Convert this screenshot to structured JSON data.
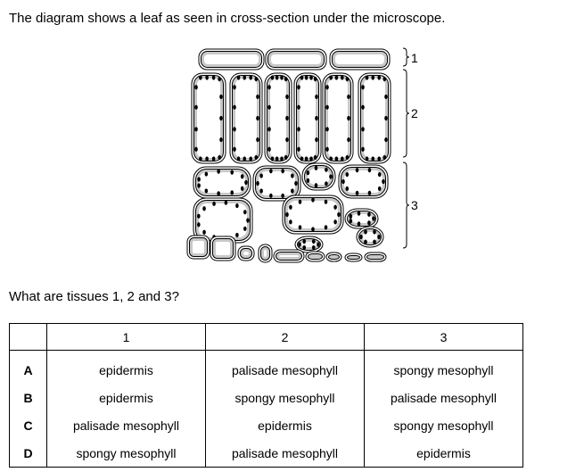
{
  "question": {
    "intro": "The diagram shows a leaf as seen in cross-section under the microscope.",
    "prompt": "What are tissues 1, 2 and 3?"
  },
  "diagram": {
    "labels": [
      "1",
      "2",
      "3"
    ]
  },
  "table": {
    "headers": [
      "",
      "1",
      "2",
      "3"
    ],
    "rows": [
      {
        "letter": "A",
        "cells": [
          "epidermis",
          "palisade mesophyll",
          "spongy mesophyll"
        ]
      },
      {
        "letter": "B",
        "cells": [
          "epidermis",
          "spongy mesophyll",
          "palisade mesophyll"
        ]
      },
      {
        "letter": "C",
        "cells": [
          "palisade mesophyll",
          "epidermis",
          "spongy mesophyll"
        ]
      },
      {
        "letter": "D",
        "cells": [
          "spongy mesophyll",
          "palisade mesophyll",
          "epidermis"
        ]
      }
    ]
  }
}
